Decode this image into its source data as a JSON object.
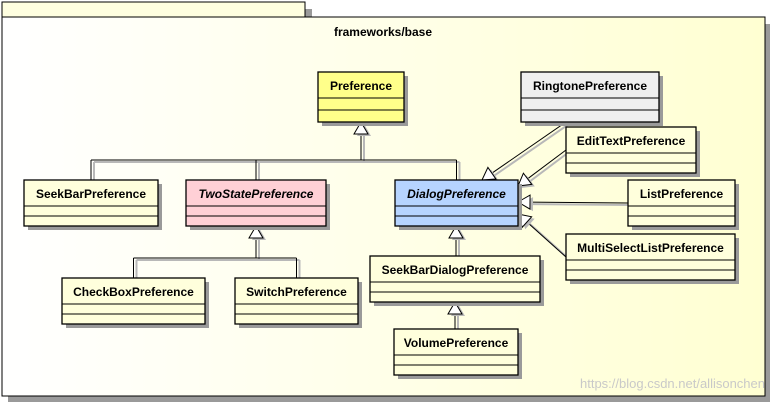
{
  "package": {
    "name": "frameworks/base"
  },
  "classes": [
    {
      "id": "preference",
      "name": "Preference",
      "abstract": false,
      "fill": "#ffff8a"
    },
    {
      "id": "ringtone",
      "name": "RingtonePreference",
      "abstract": false,
      "fill": "#efefef"
    },
    {
      "id": "edittext",
      "name": "EditTextPreference",
      "abstract": false,
      "fill": "#ffffdc"
    },
    {
      "id": "seekbar",
      "name": "SeekBarPreference",
      "abstract": false,
      "fill": "#ffffdc"
    },
    {
      "id": "twostate",
      "name": "TwoStatePreference",
      "abstract": true,
      "fill": "#ffd0d6"
    },
    {
      "id": "dialog",
      "name": "DialogPreference",
      "abstract": true,
      "fill": "#b6d4ff"
    },
    {
      "id": "list",
      "name": "ListPreference",
      "abstract": false,
      "fill": "#ffffdc"
    },
    {
      "id": "multiselect",
      "name": "MultiSelectListPreference",
      "abstract": false,
      "fill": "#ffffdc"
    },
    {
      "id": "seekbardialog",
      "name": "SeekBarDialogPreference",
      "abstract": false,
      "fill": "#ffffdc"
    },
    {
      "id": "checkbox",
      "name": "CheckBoxPreference",
      "abstract": false,
      "fill": "#ffffdc"
    },
    {
      "id": "switch",
      "name": "SwitchPreference",
      "abstract": false,
      "fill": "#ffffdc"
    },
    {
      "id": "volume",
      "name": "VolumePreference",
      "abstract": false,
      "fill": "#ffffdc"
    }
  ],
  "generalizations": [
    {
      "from": "seekbar",
      "to": "preference"
    },
    {
      "from": "twostate",
      "to": "preference"
    },
    {
      "from": "dialog",
      "to": "preference"
    },
    {
      "from": "checkbox",
      "to": "twostate"
    },
    {
      "from": "switch",
      "to": "twostate"
    },
    {
      "from": "ringtone",
      "to": "dialog"
    },
    {
      "from": "edittext",
      "to": "dialog"
    },
    {
      "from": "list",
      "to": "dialog"
    },
    {
      "from": "multiselect",
      "to": "dialog"
    },
    {
      "from": "seekbardialog",
      "to": "dialog"
    },
    {
      "from": "volume",
      "to": "seekbardialog"
    }
  ],
  "watermark": "https://blog.csdn.net/allisonchen",
  "colors": {
    "package_fill": "#ffffe0",
    "line": "#000000"
  }
}
